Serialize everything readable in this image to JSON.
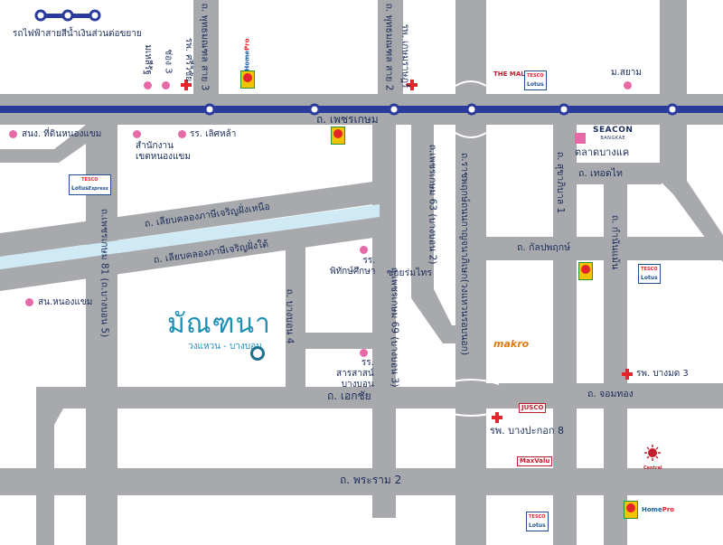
{
  "legend": {
    "text": "รถไฟฟ้าสายสีน้ำเงินส่วนต่อขยาย",
    "line_color": "#2a3b9b"
  },
  "colors": {
    "road": "#a7a9ac",
    "canal": "#cfeaf5",
    "rail": "#2a3b9b",
    "pink": "#e66aa8",
    "hospital_red": "#e3242b",
    "project_blue": "#1f8fb5"
  },
  "roads": {
    "petchkasem": "ถ. เพชรเกษม",
    "ekachai": "ถ. เอกชัย",
    "rama2": "ถ. พระราม 2",
    "liab_north": "ถ. เลียบคลองภาษีเจริญฝั่งเหนือ",
    "liab_south": "ถ. เลียบคลองภาษีเจริญฝั่งใต้",
    "kalapapruek": "ถ. กัลปพฤกษ์",
    "tertai": "ถ. เทอดไท",
    "chomthong": "ถ. จอมทอง",
    "phutthamonthon_3": "ถ. พุทธมณฑล สาย 3",
    "phutthamonthon_2": "ถ. พุทธมณฑล สาย 2",
    "petch81": "ถ.เพชรเกษม 81 (ถ.บางบอน 5)",
    "petch63": "ถ.เพชรเกษม 63 (บางบอน 2)",
    "petch69": "ถ.เพชรเกษม 69 (บางบอน 3)",
    "bangbon4": "ถ. บางบอน 4",
    "soi_romsai": "ซอยร่มไทร",
    "ratchaphruek": "ถ.ราชพฤกษ์ถนนกาญจนาภิเษก(วงแหวนรอบนอก)",
    "sukhaphiban1": "ถ. สุขาภิบาล 1",
    "kamnanmaen": "ถ. กำนันแม้น"
  },
  "places": {
    "rama_siwat": "มเหสีรัฐ",
    "soi3": "ช่อง 3",
    "hosp_srivichai": "รพ. ศรีวิชัย",
    "hosp_kasemrad": "รพ. เกษมราษฎร์",
    "siam_univ": "ม.สยาม",
    "police_thichanhnongkhaem": "สนง. ที่ดินหนองแขม",
    "office_nongkhaem": "สำนักงาน\nเขตหนองแขม",
    "school_lertla": "รร. เลิศหล้า",
    "talad_bangkae": "ตลาดบางแค",
    "school_pitak": "รร.\nพิทักษ์ศึกษา",
    "school_sarasas": "รร.\nสารสาสน์\nบางบอน",
    "police_nongkhaem": "สน.หนองแขม",
    "hosp_bangkok8": "รพ. บางปะกอก 8",
    "hosp_bangmod3": "รพ. บางมด 3"
  },
  "brands": {
    "tesco": "TESCO",
    "lotus": "Lotus",
    "express": "Express",
    "homepro_home": "Home",
    "homepro_pro": "Pro",
    "the_mall": "THE MALL",
    "makro": "makro",
    "jusco": "JUSCO",
    "maxvalu": "MaxValu",
    "seacon": "SEACON",
    "seacon_sub": "BANGKAE",
    "central": "Central"
  },
  "project": {
    "name": "มัณฑนา",
    "subtitle": "วงแหวน - บางบอน"
  }
}
